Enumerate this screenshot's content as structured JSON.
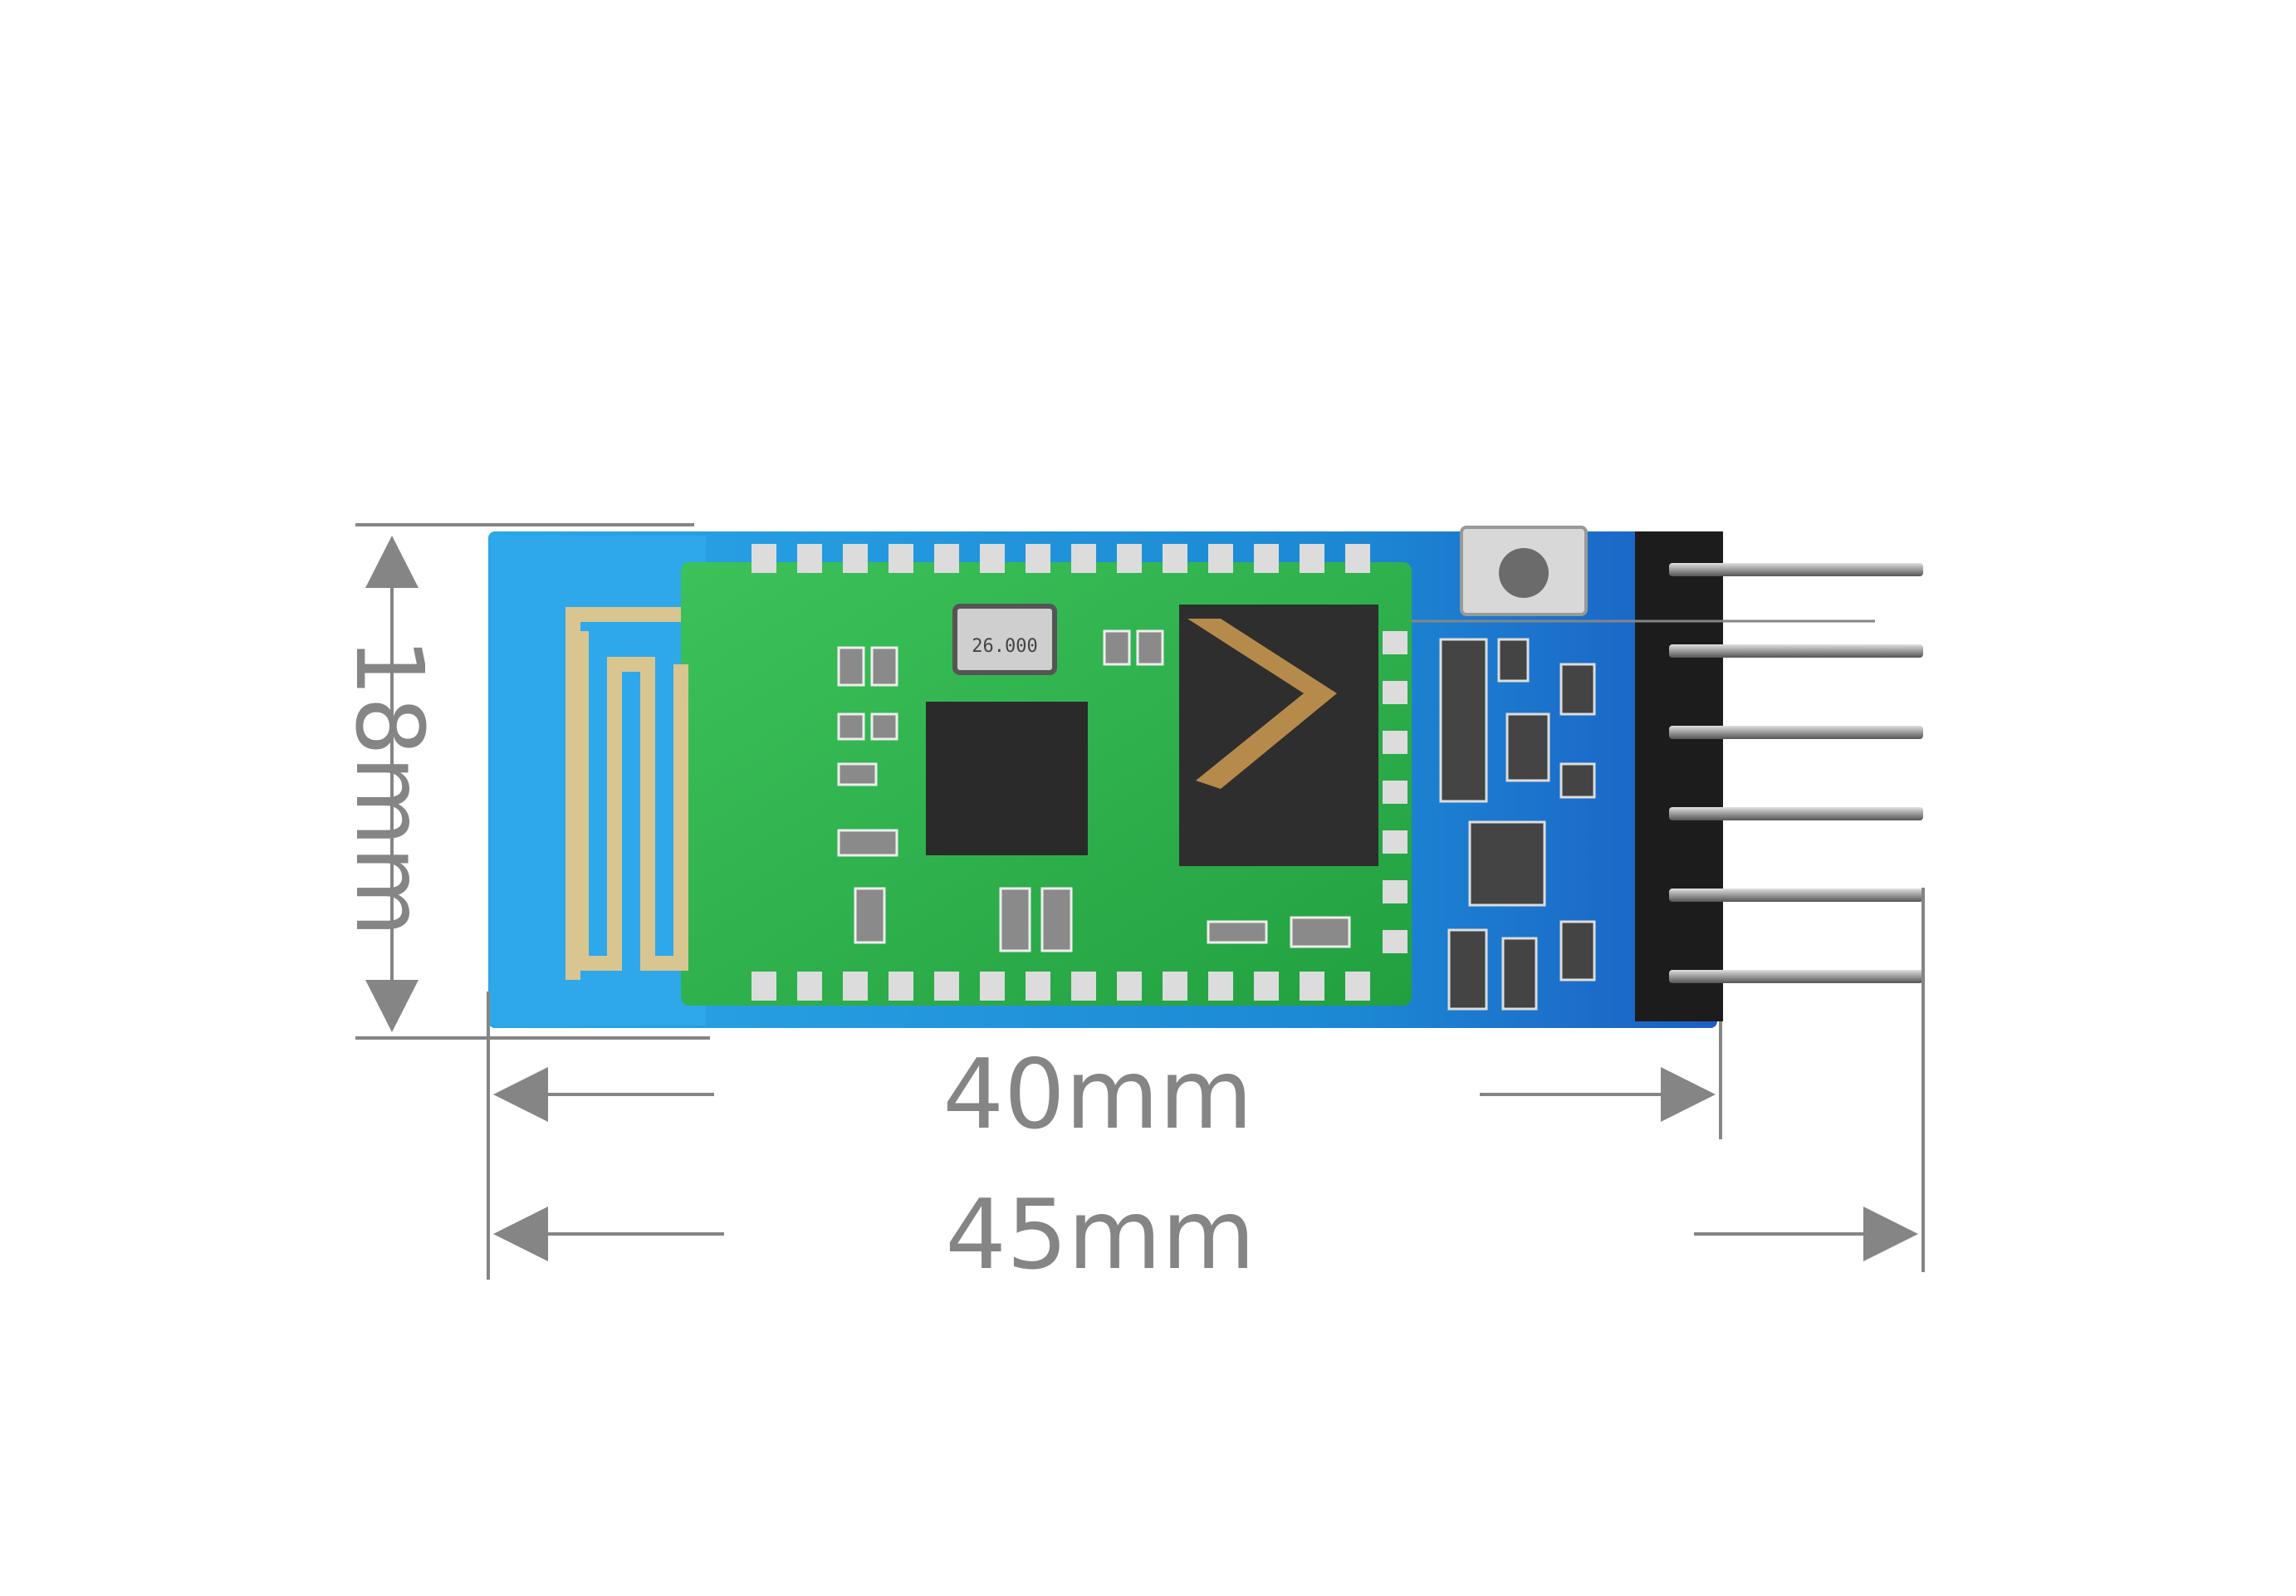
{
  "dimensions": {
    "height_label": "18mm",
    "board_length_label": "40mm",
    "total_length_label": "45mm"
  },
  "colors": {
    "dimension": "#858585",
    "pcb_blue": "#1a8fd6",
    "module_green": "#2fb24a",
    "antenna_gold": "#d9c590",
    "chip_black": "#2a2a2a",
    "header_black": "#1c1c1c",
    "pin_silver": "#b8b8b8"
  },
  "component": {
    "crystal_text": "26.000"
  }
}
